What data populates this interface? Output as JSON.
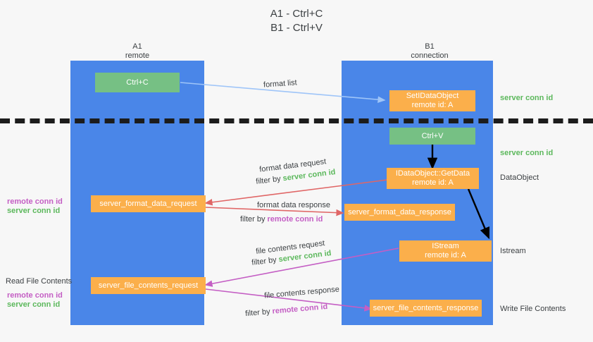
{
  "title": {
    "line1": "A1 - Ctrl+C",
    "line2": "B1 - Ctrl+V"
  },
  "lanes": [
    {
      "name": "A1",
      "subtitle": "remote"
    },
    {
      "name": "B1",
      "subtitle": "connection"
    }
  ],
  "boxes": {
    "ctrl_c": {
      "line1": "Ctrl+C"
    },
    "set_idataobject": {
      "line1": "SetIDataObject",
      "line2": "remote id: A"
    },
    "ctrl_v": {
      "line1": "Ctrl+V"
    },
    "getdata": {
      "line1": "IDataObject::GetData",
      "line2": "remote id: A"
    },
    "istream": {
      "line1": "IStream",
      "line2": "remote id: A"
    },
    "server_format_data_request": {
      "line1": "server_format_data_request"
    },
    "server_format_data_response": {
      "line1": "server_format_data_response"
    },
    "server_file_contents_request": {
      "line1": "server_file_contents_request"
    },
    "server_file_contents_response": {
      "line1": "server_file_contents_response"
    }
  },
  "edge_labels": {
    "format_list": "format list",
    "format_data_request": "format data request",
    "format_data_request_filter_prefix": "filter by ",
    "format_data_request_filter_value": "server conn id",
    "format_data_response": "format data response",
    "format_data_response_filter_prefix": "filter by ",
    "format_data_response_filter_value": "remote conn id",
    "file_contents_request": "file contents request",
    "file_contents_request_filter_prefix": "filter by ",
    "file_contents_request_filter_value": "server conn id",
    "file_contents_response": "file contents response",
    "file_contents_response_filter_prefix": "filter by ",
    "file_contents_response_filter_value": "remote conn id"
  },
  "annotations": {
    "right_server_conn_id_top": "server conn id",
    "right_server_conn_id_mid": "server conn id",
    "right_dataobject": "DataObject",
    "right_istream": "Istream",
    "right_write_file_contents": "Write File Contents",
    "left_remote_conn_id_1": "remote conn id",
    "left_server_conn_id_1": "server conn id",
    "left_read_file_contents": "Read File Contents",
    "left_remote_conn_id_2": "remote conn id",
    "left_server_conn_id_2": "server conn id"
  },
  "colors": {
    "lane": "#4a86e8",
    "green_box": "#76c084",
    "orange_box": "#fbaf4b",
    "background": "#f7f7f7",
    "arrow_blue": "#9fc5f8",
    "arrow_red": "#e06666",
    "arrow_purple": "#c45ec4",
    "arrow_black": "#000000",
    "green_text": "#5cb85c",
    "purple_text": "#c45ec4"
  }
}
